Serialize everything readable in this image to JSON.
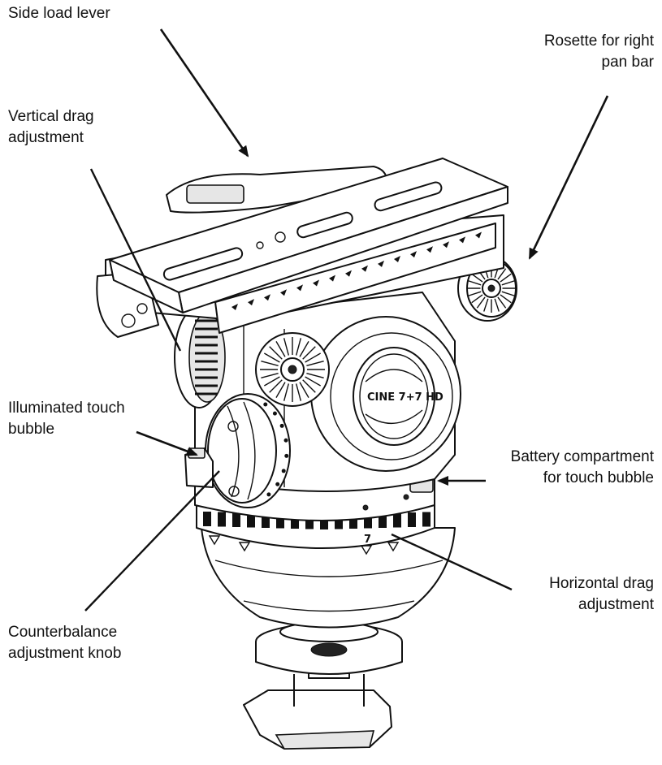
{
  "labels": {
    "side_load_lever": "Side load lever",
    "rosette_line1": "Rosette for right",
    "rosette_line2": "pan bar",
    "vertical_drag_line1": "Vertical drag",
    "vertical_drag_line2": "adjustment",
    "illuminated_line1": "Illuminated touch",
    "illuminated_line2": "bubble",
    "battery_line1": "Battery compartment",
    "battery_line2": "for touch bubble",
    "horizontal_drag_line1": "Horizontal drag",
    "horizontal_drag_line2": "adjustment",
    "counterbalance_line1": "Counterbalance",
    "counterbalance_line2": "adjustment knob"
  },
  "product_marking": "CINE 7+7 HD",
  "dial_digit": "7"
}
